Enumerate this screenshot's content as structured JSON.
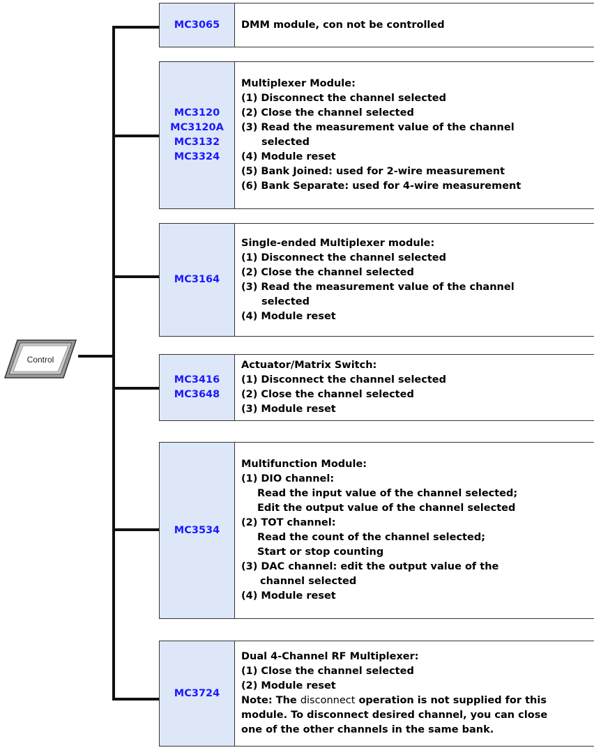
{
  "control_key": {
    "label": "Control"
  },
  "modules": [
    {
      "codes": [
        "MC3065"
      ],
      "lines": [
        "DMM module, con not be controlled"
      ]
    },
    {
      "codes": [
        "MC3120",
        "MC3120A",
        "MC3132",
        "MC3324"
      ],
      "title": "Multiplexer Module:",
      "lines": [
        "(1) Disconnect the channel selected",
        "(2) Close the channel selected",
        "(3) Read the measurement value of the channel",
        "selected",
        "(4) Module reset",
        "(5) Bank Joined: used for 2-wire measurement",
        "(6) Bank Separate: used for 4-wire measurement"
      ]
    },
    {
      "codes": [
        "MC3164"
      ],
      "title": "Single-ended Multiplexer module:",
      "lines": [
        "(1) Disconnect the channel selected",
        "(2) Close the channel selected",
        "(3) Read the measurement value of the channel",
        "selected",
        "(4) Module reset"
      ]
    },
    {
      "codes": [
        "MC3416",
        "MC3648"
      ],
      "title": "Actuator/Matrix Switch:",
      "lines": [
        "(1) Disconnect the channel selected",
        "(2) Close the channel selected",
        "(3) Module reset"
      ]
    },
    {
      "codes": [
        "MC3534"
      ],
      "title": "Multifunction Module:",
      "lines": [
        "(1) DIO channel:",
        "Read the input value of the channel selected;",
        "Edit the output value of the channel selected",
        "(2) TOT channel:",
        "Read the count of the channel selected;",
        "Start or stop counting",
        "(3) DAC channel: edit the output value of the",
        "channel selected",
        "(4) Module reset"
      ]
    },
    {
      "codes": [
        "MC3724"
      ],
      "title": "Dual 4-Channel RF Multiplexer:",
      "lines": [
        "(1) Close the channel selected",
        "(2) Module reset"
      ],
      "note": {
        "prefix": "Note: The ",
        "keyword": "disconnect",
        "suffix": " operation is not supplied for this",
        "line2": "module.  To disconnect desired channel, you can close",
        "line3": "one of the other channels in the same bank."
      }
    }
  ]
}
